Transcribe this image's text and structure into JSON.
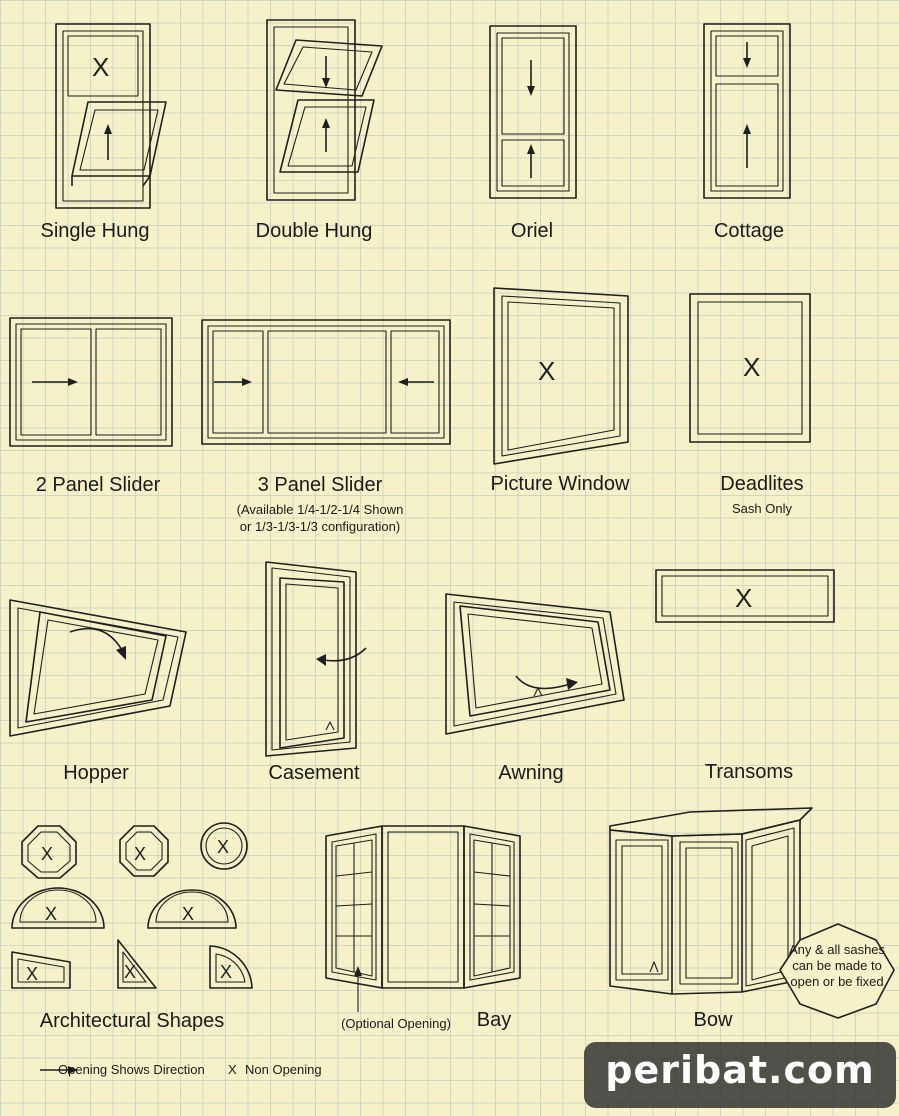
{
  "labels": {
    "single_hung": "Single Hung",
    "double_hung": "Double Hung",
    "oriel": "Oriel",
    "cottage": "Cottage",
    "two_panel_slider": "2 Panel Slider",
    "three_panel_slider": "3 Panel Slider",
    "three_panel_note_1": "(Available 1/4-1/2-1/4 Shown",
    "three_panel_note_2": "or 1/3-1/3-1/3 configuration)",
    "picture_window": "Picture Window",
    "deadlites": "Deadlites",
    "deadlites_sub": "Sash Only",
    "hopper": "Hopper",
    "casement": "Casement",
    "awning": "Awning",
    "transoms": "Transoms",
    "architectural_shapes": "Architectural Shapes",
    "optional_opening": "(Optional Opening)",
    "bay": "Bay",
    "bow": "Bow",
    "bow_note": "Any & all sashes can be made to open or be fixed"
  },
  "legend": {
    "opening_direction": "Opening Shows Direction",
    "non_opening_symbol": "X",
    "non_opening": "Non Opening"
  },
  "non_opening_mark": "X",
  "watermark": "peribat.com",
  "icons": [
    "arrow-icon",
    "curved-arrow-icon",
    "x-mark"
  ]
}
